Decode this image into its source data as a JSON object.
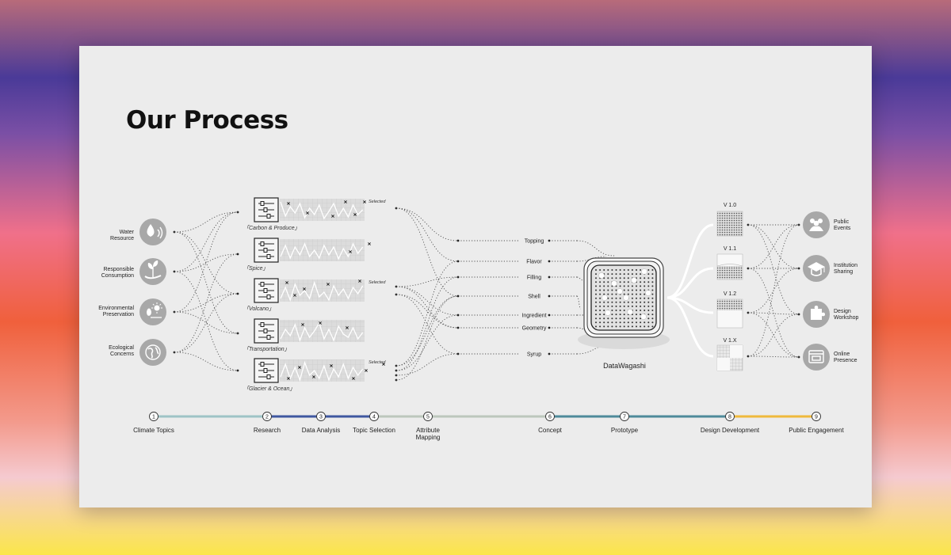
{
  "page": {
    "title": "Our Process",
    "colors": {
      "step_line_1": "#9ec3c6",
      "step_line_2": "#3f57a0",
      "step_line_3": "#bcc7bc",
      "step_line_4": "#4e8a9a",
      "step_line_5": "#efb93c",
      "icon_grey": "#a8a8a8"
    }
  },
  "concerns": [
    {
      "line1": "Water",
      "line2": "Resource",
      "icon": "water-drop-icon"
    },
    {
      "line1": "Responsible",
      "line2": "Consumption",
      "icon": "hand-plant-icon"
    },
    {
      "line1": "Environmental",
      "line2": "Preservation",
      "icon": "sun-wind-icon"
    },
    {
      "line1": "Ecological",
      "line2": "Concerns",
      "icon": "globe-icon"
    }
  ],
  "datasets": [
    {
      "label": "「Carbon & Produce」",
      "selected": "Selected"
    },
    {
      "label": "「Spice」",
      "selected": ""
    },
    {
      "label": "「Volcano」",
      "selected": "Selected"
    },
    {
      "label": "「Transportation」",
      "selected": ""
    },
    {
      "label": "「Glacier & Ocean」",
      "selected": "Selected"
    }
  ],
  "attributes": [
    "Topping",
    "Flavor",
    "Filling",
    "Shell",
    "Ingredient",
    "Geometry",
    "Syrup"
  ],
  "product": {
    "label": "DataWagashi"
  },
  "versions": [
    "V 1.0",
    "V 1.1",
    "V 1.2",
    "V 1.X"
  ],
  "engagements": [
    {
      "line1": "Public",
      "line2": "Events",
      "icon": "people-icon"
    },
    {
      "line1": "Institution",
      "line2": "Sharing",
      "icon": "graduation-cap-icon"
    },
    {
      "line1": "Design",
      "line2": "Workshop",
      "icon": "puzzle-icon"
    },
    {
      "line1": "Online",
      "line2": "Presence",
      "icon": "browser-window-icon"
    }
  ],
  "steps": [
    {
      "num": "1",
      "line1": "Climate Topics",
      "line2": ""
    },
    {
      "num": "2",
      "line1": "Research",
      "line2": ""
    },
    {
      "num": "3",
      "line1": "Data Analysis",
      "line2": ""
    },
    {
      "num": "4",
      "line1": "Topic Selection",
      "line2": ""
    },
    {
      "num": "5",
      "line1": "Attribute",
      "line2": "Mapping"
    },
    {
      "num": "6",
      "line1": "Concept",
      "line2": ""
    },
    {
      "num": "7",
      "line1": "Prototype",
      "line2": ""
    },
    {
      "num": "8",
      "line1": "Design Development",
      "line2": ""
    },
    {
      "num": "9",
      "line1": "Public Engagement",
      "line2": ""
    }
  ]
}
